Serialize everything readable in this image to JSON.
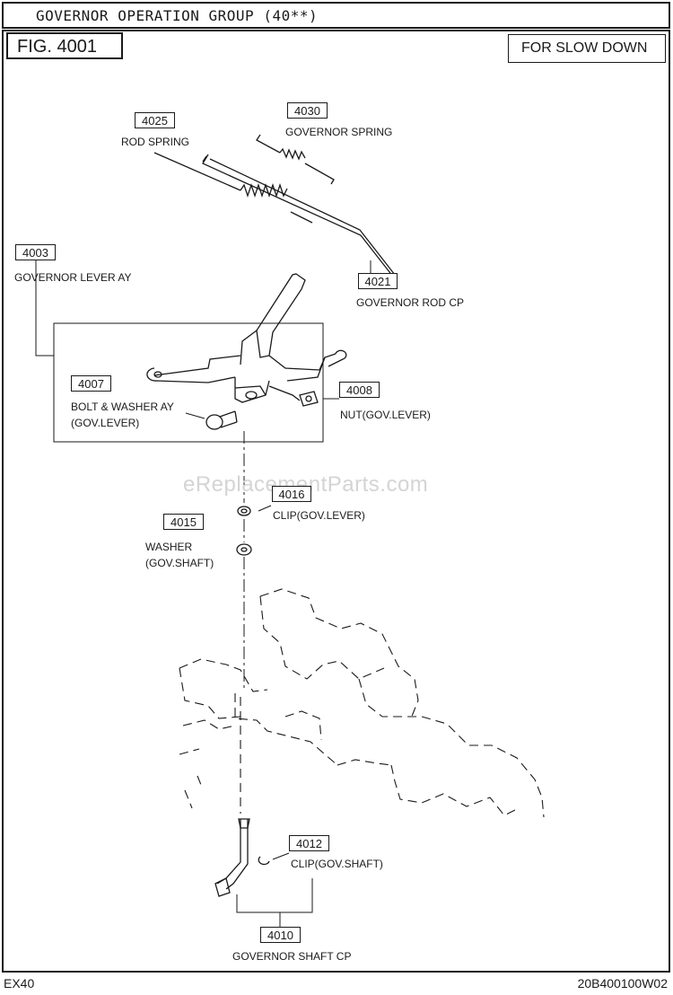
{
  "header": {
    "title": "GOVERNOR OPERATION GROUP (40**)"
  },
  "figure": {
    "label": "FIG. 4001",
    "note": "FOR SLOW DOWN"
  },
  "watermark": "eReplacementParts.com",
  "parts": [
    {
      "number": "4025",
      "name": "ROD SPRING"
    },
    {
      "number": "4030",
      "name": "GOVERNOR SPRING"
    },
    {
      "number": "4003",
      "name": "GOVERNOR LEVER AY"
    },
    {
      "number": "4021",
      "name": "GOVERNOR ROD CP"
    },
    {
      "number": "4007",
      "name_line1": "BOLT & WASHER AY",
      "name_line2": "(GOV.LEVER)"
    },
    {
      "number": "4008",
      "name": "NUT(GOV.LEVER)"
    },
    {
      "number": "4016",
      "name": "CLIP(GOV.LEVER)"
    },
    {
      "number": "4015",
      "name_line1": "WASHER",
      "name_line2": "(GOV.SHAFT)"
    },
    {
      "number": "4012",
      "name": "CLIP(GOV.SHAFT)"
    },
    {
      "number": "4010",
      "name": "GOVERNOR SHAFT CP"
    }
  ],
  "footer": {
    "model": "EX40",
    "code": "20B400100W02"
  }
}
